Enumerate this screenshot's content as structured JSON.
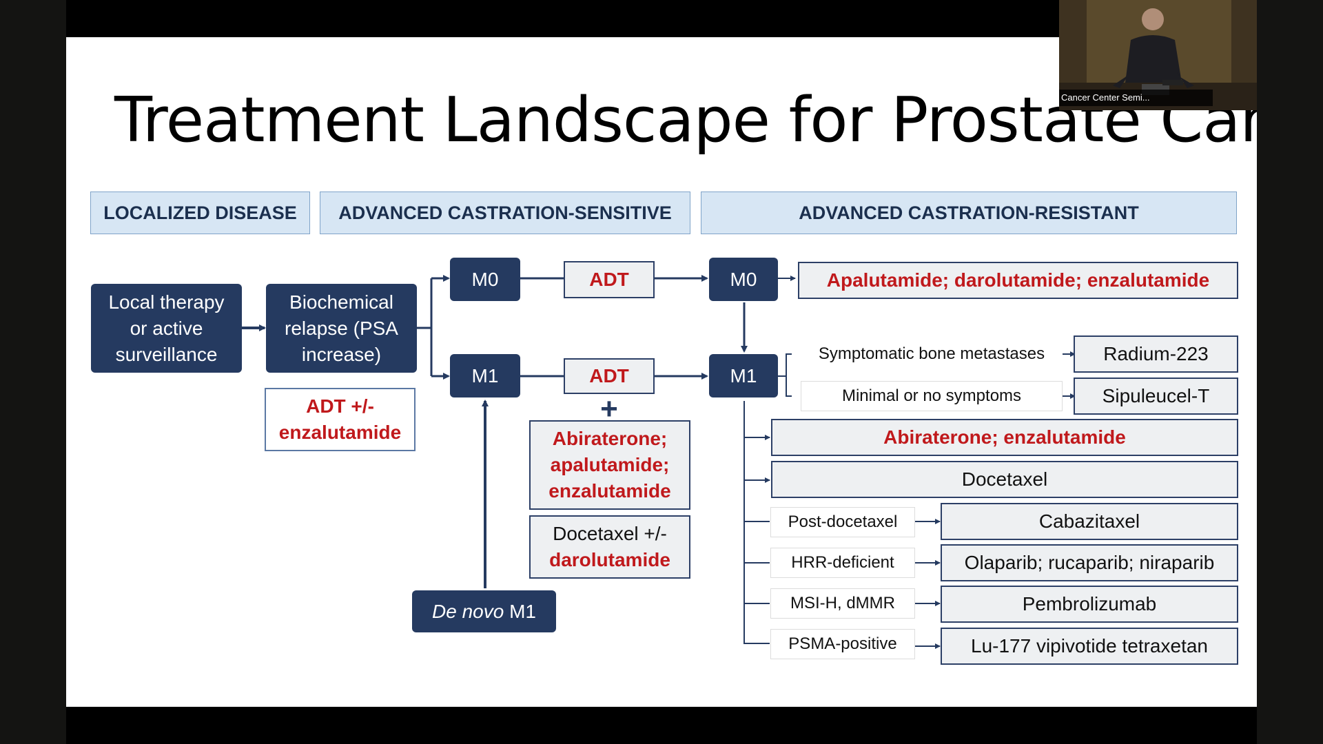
{
  "slide": {
    "title": "Treatment Landscape for Prostate Cancer",
    "headers": {
      "localized": "LOCALIZED DISEASE",
      "sensitive": "ADVANCED CASTRATION-SENSITIVE",
      "resistant": "ADVANCED CASTRATION-RESISTANT"
    },
    "local_therapy": "Local therapy or active surveillance",
    "biochemical": "Biochemical relapse (PSA increase)",
    "adt_enza_1": "ADT +/-",
    "adt_enza_2": "enzalutamide",
    "m0_left": "M0",
    "m1_left": "M1",
    "adt_top": "ADT",
    "adt_mid": "ADT",
    "plus": "+",
    "abi_list": "Abiraterone; apalutamide; enzalutamide",
    "doce_1": "Docetaxel +/-",
    "doce_2": "darolutamide",
    "denovo_italic": "De novo",
    "denovo_rest": " M1",
    "m0_right": "M0",
    "m1_right": "M1",
    "m0_treatment": "Apalutamide; darolutamide; enzalutamide",
    "symptomatic_label": "Symptomatic bone metastases",
    "radium": "Radium-223",
    "minimal_label": "Minimal or no symptoms",
    "sipuleucel": "Sipuleucel-T",
    "abi_enza": "Abiraterone; enzalutamide",
    "docetaxel": "Docetaxel",
    "post_doce_label": "Post-docetaxel",
    "cabazitaxel": "Cabazitaxel",
    "hrr_label": "HRR-deficient",
    "parp": "Olaparib; rucaparib; niraparib",
    "msi_label": "MSI-H, dMMR",
    "pembro": "Pembrolizumab",
    "psma_label": "PSMA-positive",
    "lu177": "Lu-177 vipivotide tetraxetan"
  },
  "webcam": {
    "caption": "Cancer Center Semi..."
  },
  "colors": {
    "navy": "#253a60",
    "header_fill": "#d7e6f4",
    "accent_red": "#c0191c"
  }
}
